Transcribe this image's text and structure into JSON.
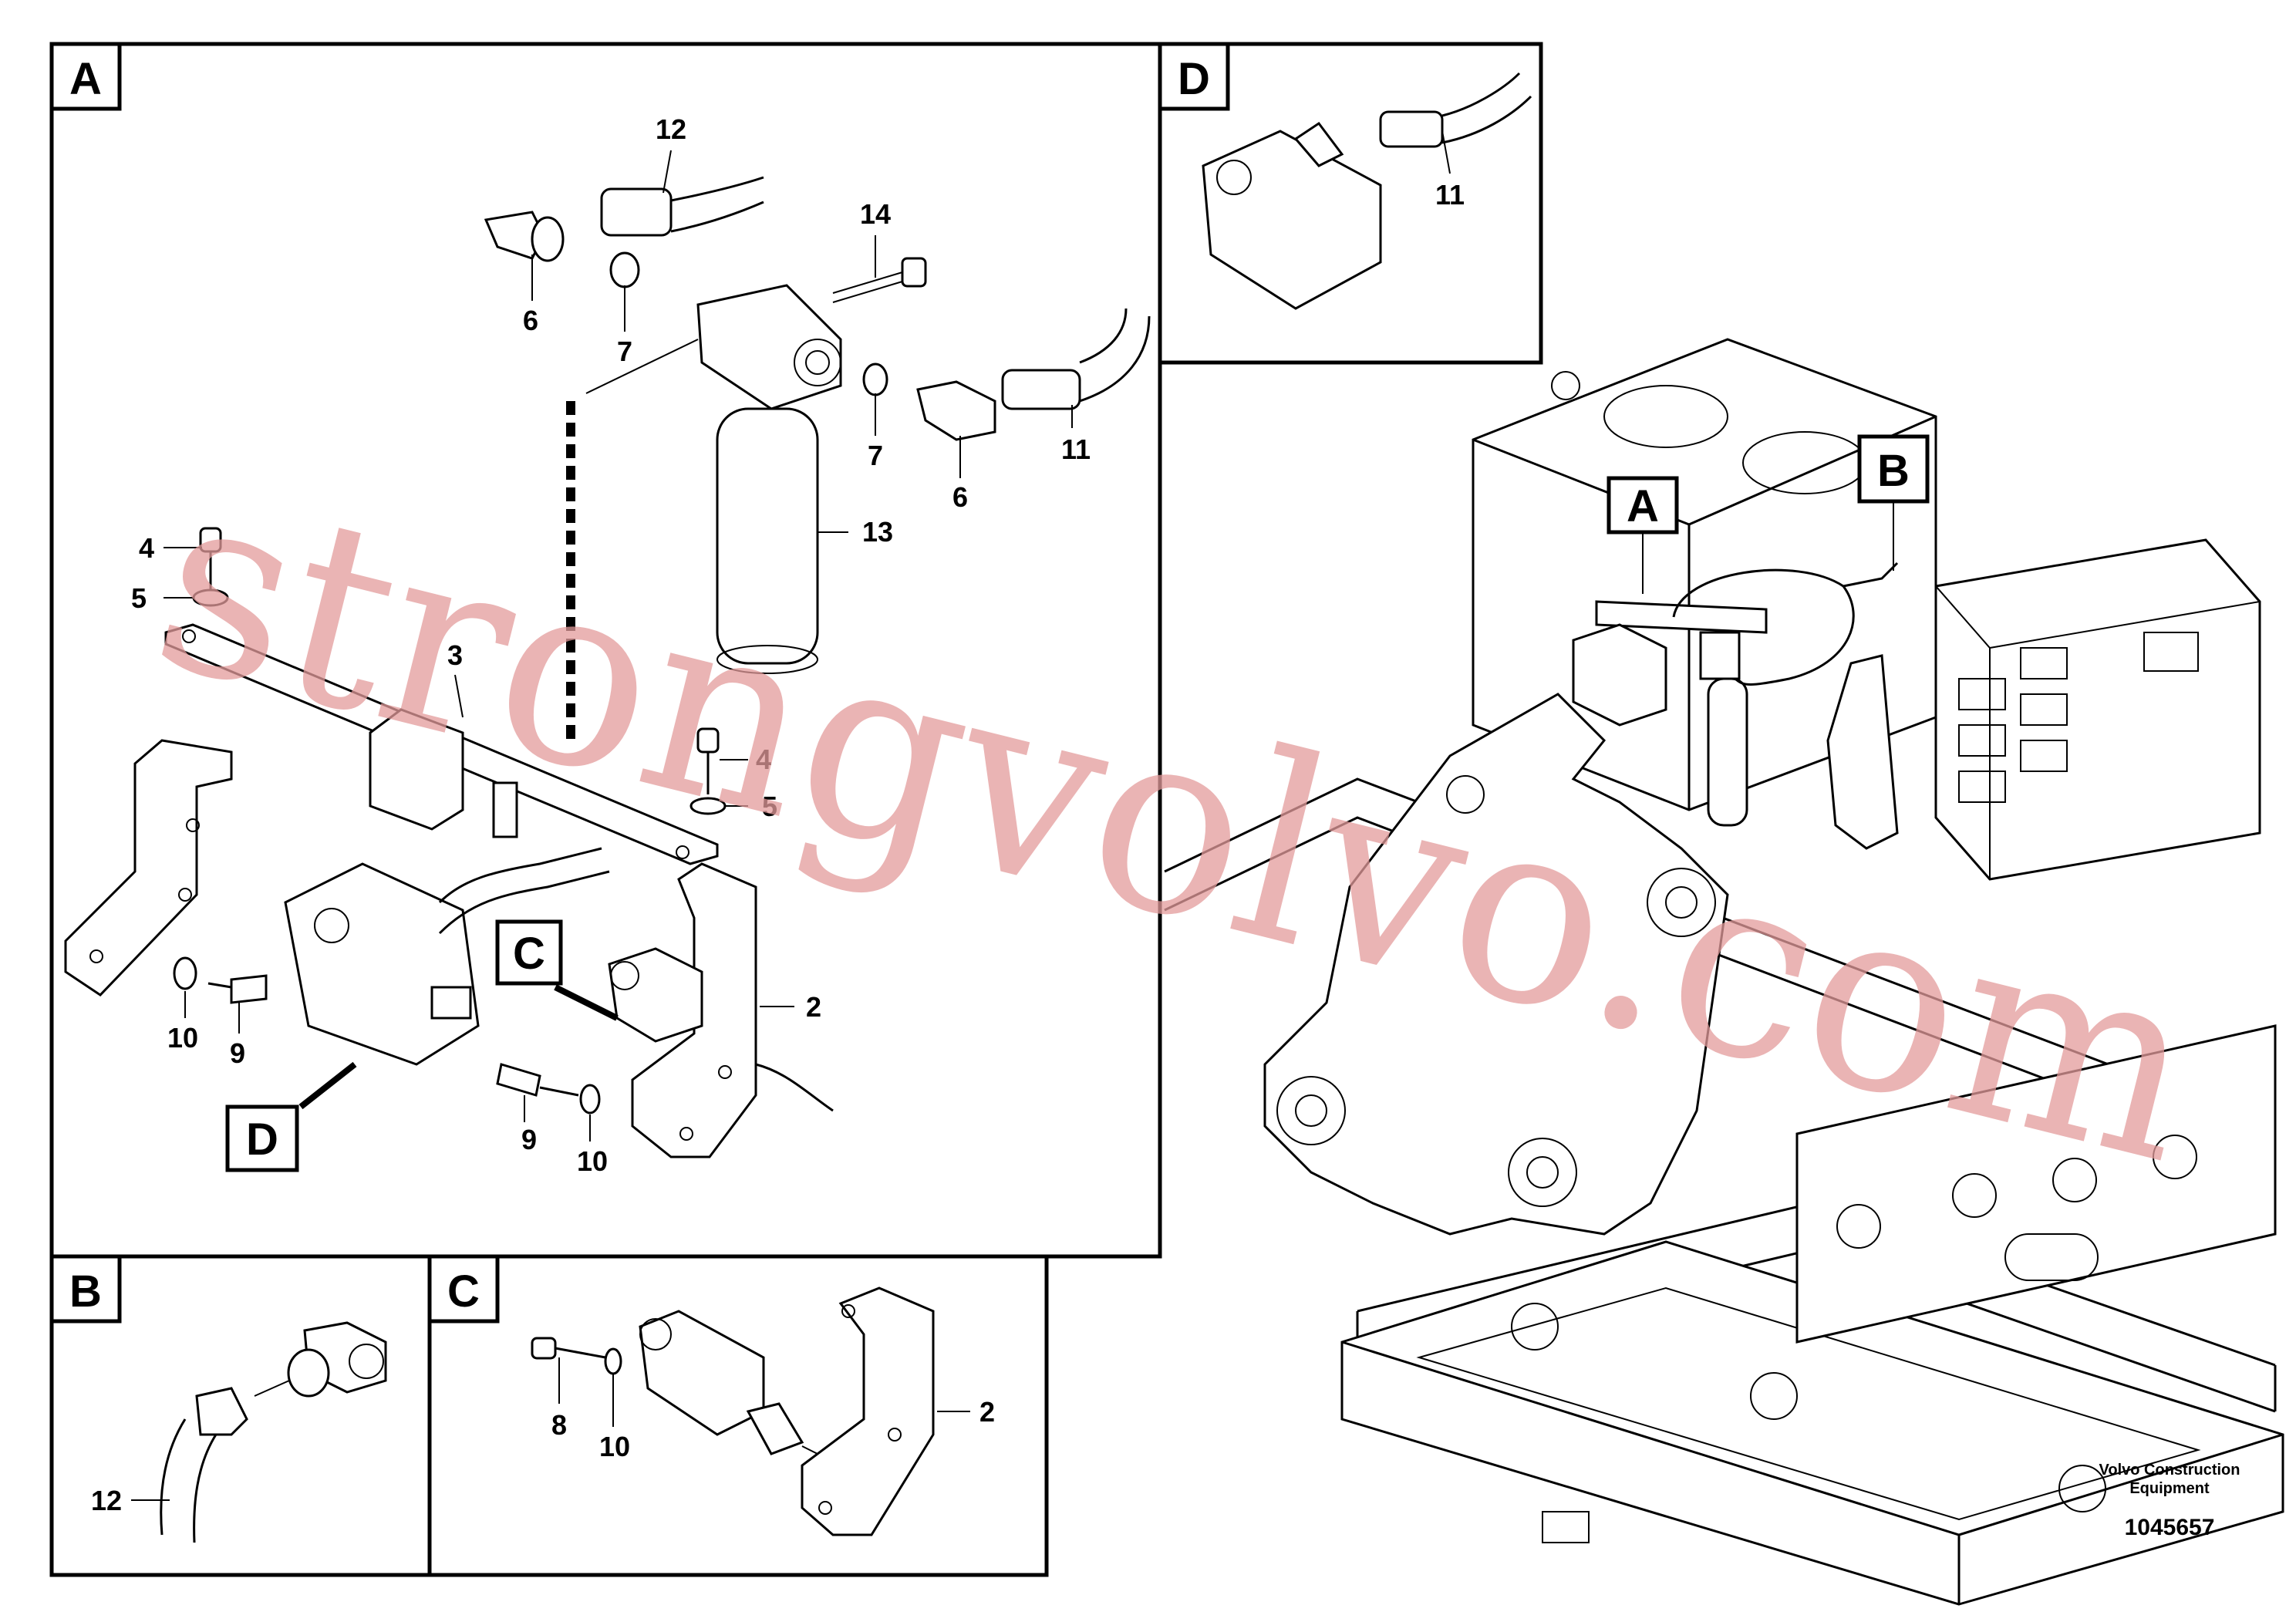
{
  "panels": {
    "a": {
      "tag": "A",
      "labels": {
        "p12": "12",
        "p14": "14",
        "p6a": "6",
        "p7a": "7",
        "p7b": "7",
        "p6b": "6",
        "p11": "11",
        "p13": "13",
        "p4a": "4",
        "p5a": "5",
        "p3": "3",
        "p4b": "4",
        "p5b": "5",
        "p10a": "10",
        "p9a": "9",
        "p9b": "9",
        "p10b": "10",
        "p2": "2"
      },
      "callouts": {
        "c": "C",
        "d": "D"
      }
    },
    "b": {
      "tag": "B",
      "labels": {
        "p12": "12"
      }
    },
    "c": {
      "tag": "C",
      "labels": {
        "p8": "8",
        "p10": "10",
        "p2": "2"
      }
    },
    "d": {
      "tag": "D",
      "labels": {
        "p11": "11"
      }
    },
    "overview": {
      "callouts": {
        "a": "A",
        "b": "B"
      }
    }
  },
  "reference": {
    "company_line1": "Volvo Construction",
    "company_line2": "Equipment",
    "number": "1045657"
  },
  "watermark": "strongvolvo.com"
}
